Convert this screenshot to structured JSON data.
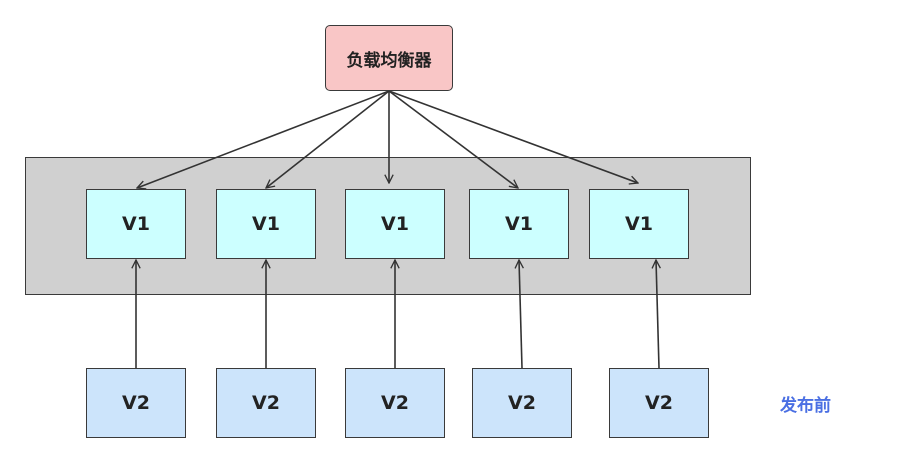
{
  "load_balancer": {
    "label": "负载均衡器"
  },
  "v1_nodes": [
    {
      "label": "V1"
    },
    {
      "label": "V1"
    },
    {
      "label": "V1"
    },
    {
      "label": "V1"
    },
    {
      "label": "V1"
    }
  ],
  "v2_nodes": [
    {
      "label": "V2"
    },
    {
      "label": "V2"
    },
    {
      "label": "V2"
    },
    {
      "label": "V2"
    },
    {
      "label": "V2"
    }
  ],
  "stage_label": "发布前",
  "colors": {
    "load_balancer_fill": "#f9c6c6",
    "v1_fill": "#ccffff",
    "v2_fill": "#cce4fb",
    "cluster_fill": "#d0d0d0",
    "stage_label": "#4a6fe3",
    "line": "#333333"
  }
}
